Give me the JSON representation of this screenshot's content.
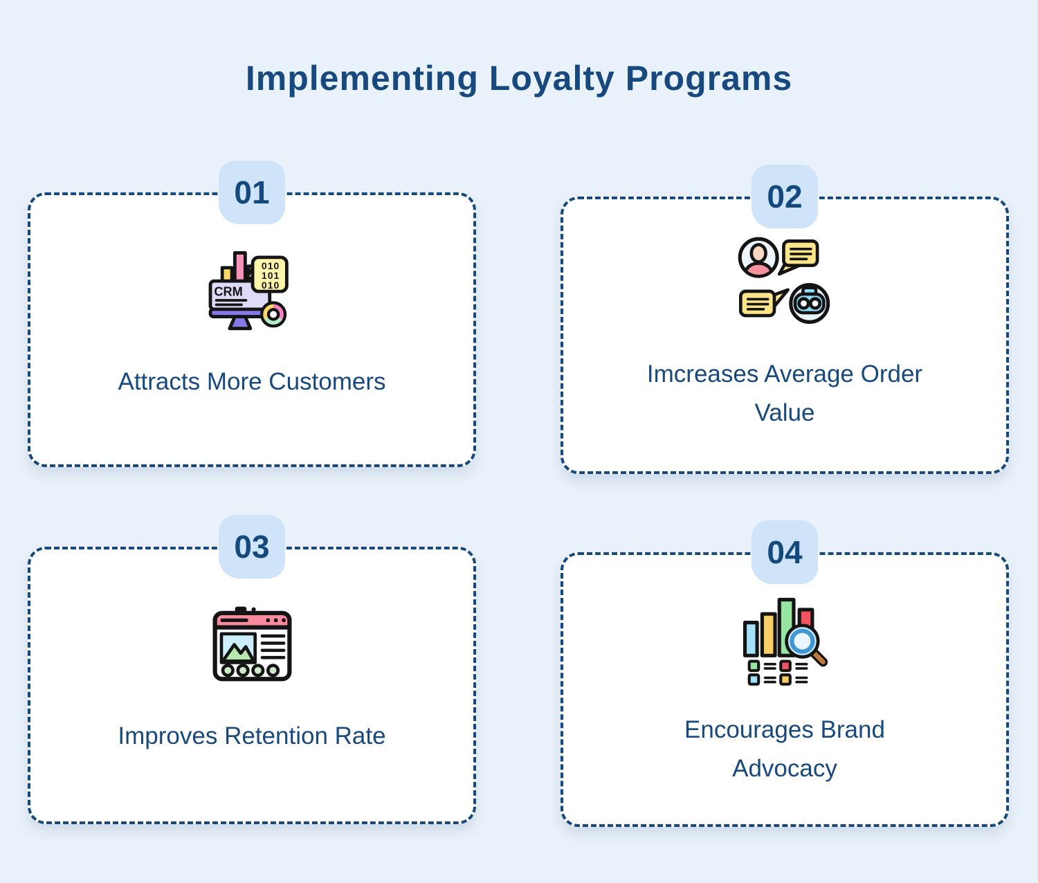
{
  "colors": {
    "background": "#e9f1fa",
    "accent_navy": "#17497e",
    "badge_background": "#cfe4f8",
    "card_background": "#ffffff"
  },
  "title": "Implementing Loyalty Programs",
  "cards": [
    {
      "number": "01",
      "label": "Attracts More Customers",
      "icon": "crm-monitor-icon"
    },
    {
      "number": "02",
      "label": "Imcreases Average Order Value",
      "icon": "customer-chatbot-chat-icon"
    },
    {
      "number": "03",
      "label": "Improves Retention Rate",
      "icon": "browser-window-icon"
    },
    {
      "number": "04",
      "label": "Encourages Brand Advocacy",
      "icon": "bar-chart-magnifier-icon"
    }
  ]
}
